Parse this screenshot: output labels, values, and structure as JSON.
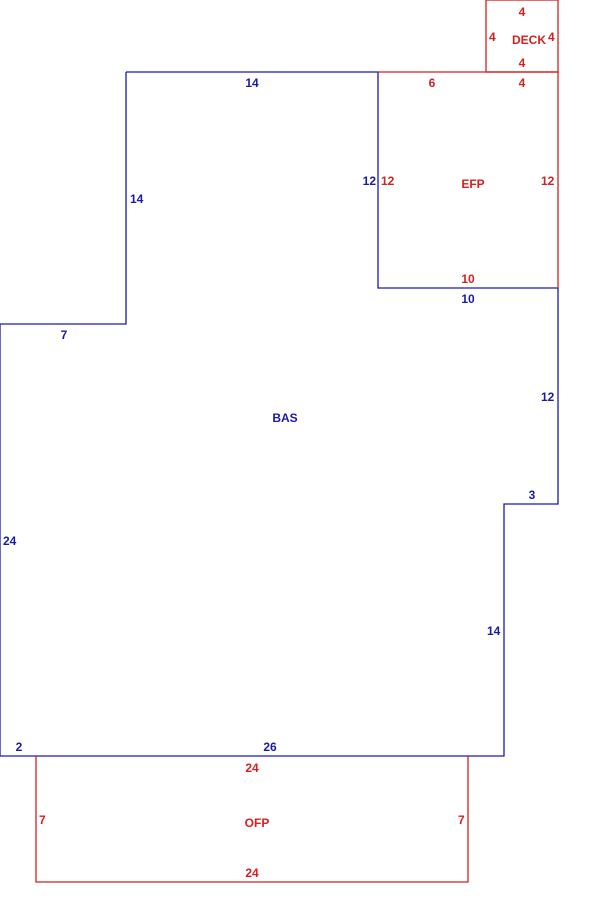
{
  "colors": {
    "bas": "#1a1ab4",
    "additions": "#d42020"
  },
  "areas": {
    "bas": {
      "name": "BAS",
      "edges": [
        "14",
        "14",
        "7",
        "24",
        "2",
        "26",
        "14",
        "3",
        "12",
        "10",
        "12"
      ]
    },
    "efp": {
      "name": "EFP",
      "edges": [
        "6",
        "4",
        "12",
        "12",
        "10"
      ]
    },
    "deck": {
      "name": "DECK",
      "edges": [
        "4",
        "4",
        "4",
        "4"
      ]
    },
    "ofp": {
      "name": "OFP",
      "edges": [
        "24",
        "7",
        "7",
        "24"
      ]
    }
  }
}
